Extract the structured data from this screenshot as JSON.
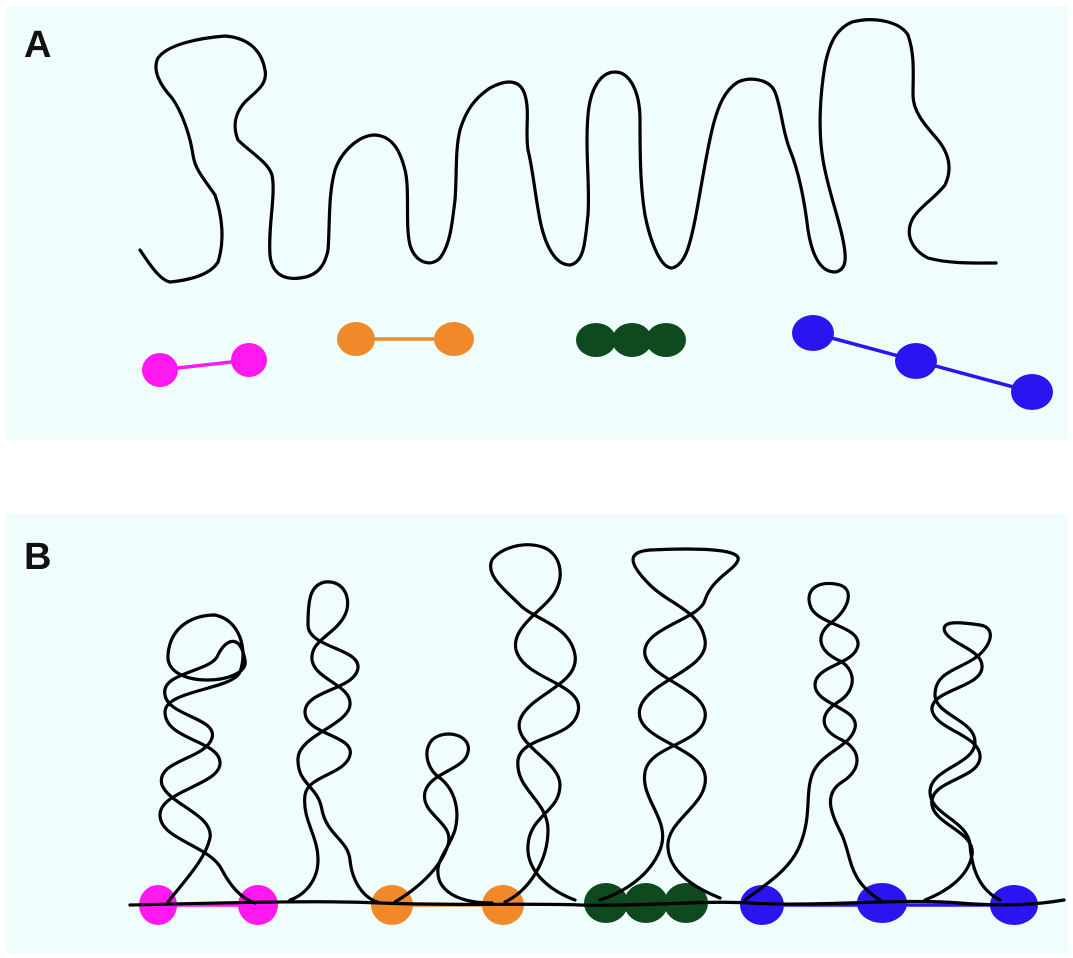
{
  "background_color": "#ffffff",
  "panel_color": "#f0fdfd",
  "chain_color": "#000000",
  "panels": [
    {
      "id": "A",
      "label": "A"
    },
    {
      "id": "B",
      "label": "B"
    }
  ],
  "crosslinkers": [
    {
      "name": "magenta-crosslinker",
      "color": "#ff19ee",
      "beads": 2
    },
    {
      "name": "orange-crosslinker",
      "color": "#f0892a",
      "beads": 2
    },
    {
      "name": "green-crosslinker",
      "color": "#0e4a1e",
      "beads": 3
    },
    {
      "name": "blue-crosslinker",
      "color": "#2a14f0",
      "beads": 3
    }
  ]
}
